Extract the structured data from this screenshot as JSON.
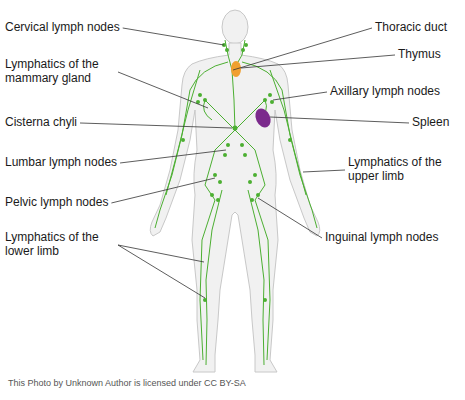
{
  "diagram": {
    "caption": "This Photo by Unknown Author is licensed under CC BY-SA",
    "labels": [
      "Cervical lymph nodes",
      "Thoracic duct",
      "Lymphatics of the mammary gland",
      "Thymus",
      "Axillary lymph nodes",
      "Cisterna chyli",
      "Spleen",
      "Lumbar lymph nodes",
      "Lymphatics of the upper limb",
      "Pelvic lymph nodes",
      "Lymphatics of the lower limb",
      "Inguinal lymph nodes"
    ]
  }
}
